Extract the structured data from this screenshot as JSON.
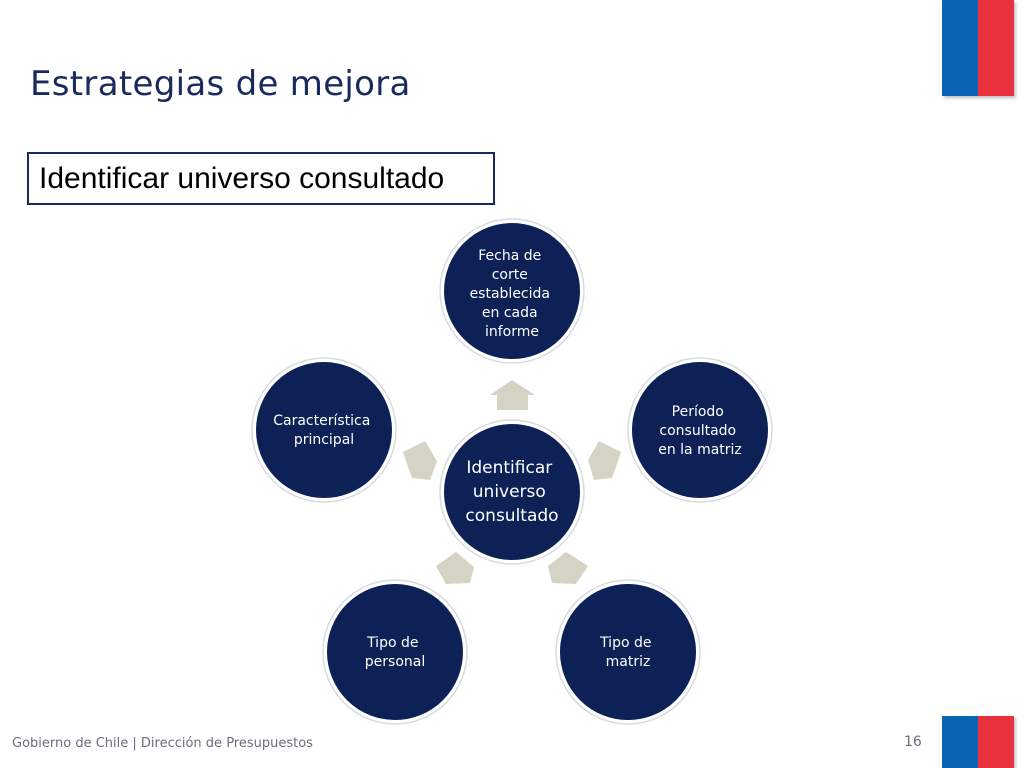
{
  "slide": {
    "title": "Estrategias de mejora",
    "subtitle": "Identificar universo consultado",
    "footer": "Gobierno de Chile | Dirección de Presupuestos",
    "page_number": "16"
  },
  "diagram": {
    "center": [
      "Identificar",
      "universo",
      "consultado"
    ],
    "nodes": [
      [
        "Fecha de",
        "corte",
        "establecida",
        "en cada",
        "informe"
      ],
      [
        "Período",
        "consultado",
        "en la matriz"
      ],
      [
        "Tipo de",
        "matriz"
      ],
      [
        "Tipo de",
        "personal"
      ],
      [
        "Característica",
        "principal"
      ]
    ]
  },
  "colors": {
    "navy": "#0d2157",
    "title": "#1b2a5e",
    "connector": "#d6d3c4",
    "flag_blue": "#0a63b5",
    "flag_red": "#e8313d"
  }
}
